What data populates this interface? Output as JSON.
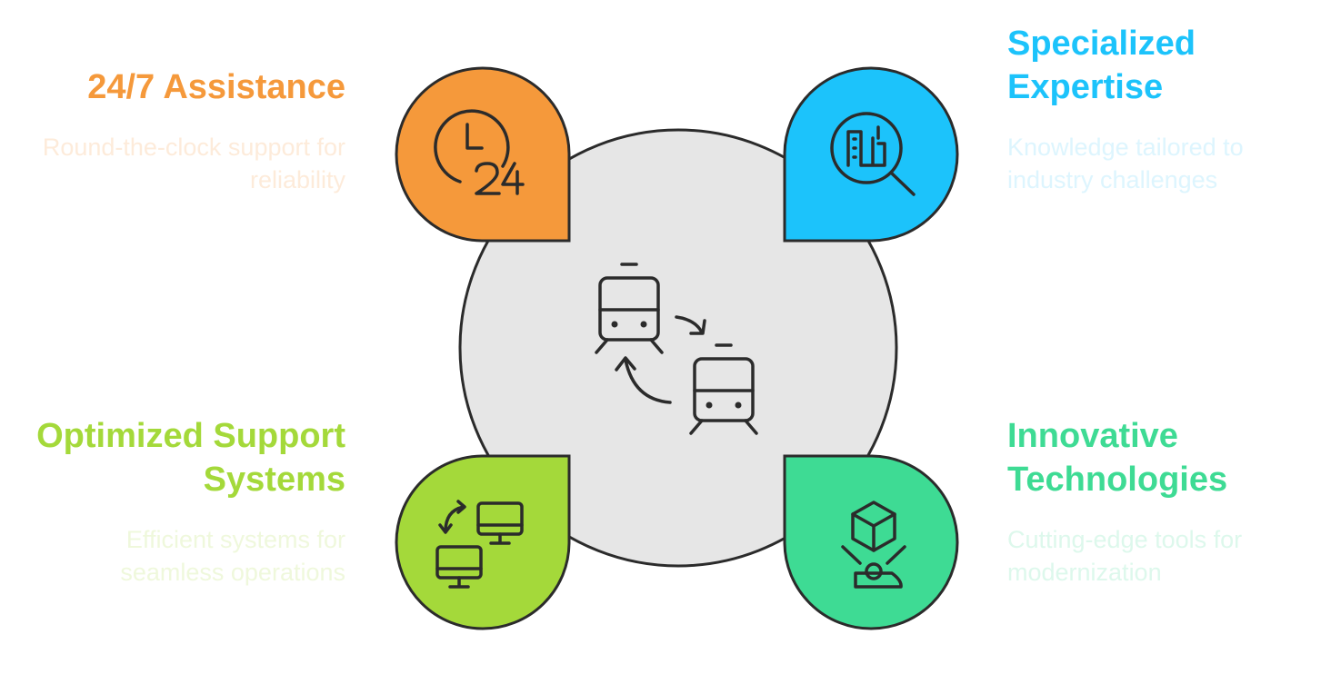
{
  "items": [
    {
      "id": "tl",
      "title": "24/7 Assistance",
      "desc": "Round-the-clock support for reliability",
      "color": "#F5993B",
      "desc_color": "#FDEBDA",
      "icon": "clock-24-icon"
    },
    {
      "id": "tr",
      "title": "Specialized Expertise",
      "desc": "Knowledge tailored to industry challenges",
      "color": "#1CC3FB",
      "desc_color": "#DDF5FE",
      "icon": "industry-search-icon"
    },
    {
      "id": "bl",
      "title": "Optimized Support Systems",
      "desc": "Efficient systems for seamless operations",
      "color": "#A4D93A",
      "desc_color": "#EFF8DC",
      "icon": "monitor-sync-icon"
    },
    {
      "id": "br",
      "title": "Innovative Technologies",
      "desc": "Cutting-edge tools for modernization",
      "color": "#3EDB94",
      "desc_color": "#DDF8EC",
      "icon": "3d-cube-projector-icon"
    }
  ],
  "center": {
    "icon": "train-cycle-icon",
    "color": "#E6E6E6"
  },
  "stroke_color": "#2B2B2B"
}
